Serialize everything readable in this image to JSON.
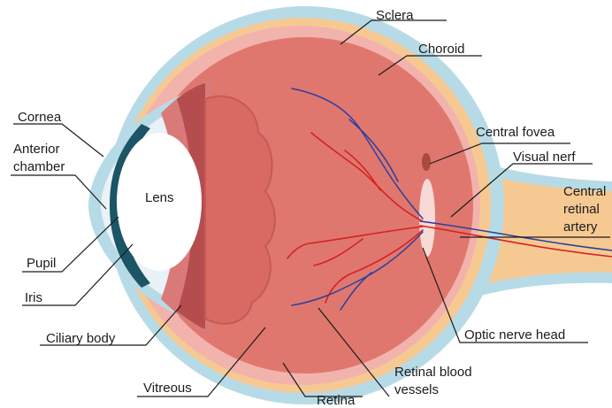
{
  "labels": {
    "sclera": "Sclera",
    "choroid": "Choroid",
    "cornea": "Cornea",
    "anterior_chamber_line1": "Anterior",
    "anterior_chamber_line2": "chamber",
    "lens": "Lens",
    "central_fovea": "Central fovea",
    "visual_nerf": "Visual nerf",
    "central_retinal_artery_line1": "Central",
    "central_retinal_artery_line2": "retinal",
    "central_retinal_artery_line3": "artery",
    "pupil": "Pupil",
    "iris": "Iris",
    "ciliary_body": "Ciliary body",
    "optic_nerve_head": "Optic nerve head",
    "retinal_blood_vessels_line1": "Retinal blood",
    "retinal_blood_vessels_line2": "vessels",
    "vitreous": "Vitreous",
    "retina": "Retina"
  },
  "colors": {
    "sclera": "#b7dbe6",
    "choroid": "#f6c993",
    "retina": "#f2b3ad",
    "vitreous": "#e0776e",
    "ciliary": "#b54d4f",
    "lens": "#ffffff",
    "iris": "#1c5565",
    "artery": "#d42323",
    "vein": "#2c3f9e"
  }
}
